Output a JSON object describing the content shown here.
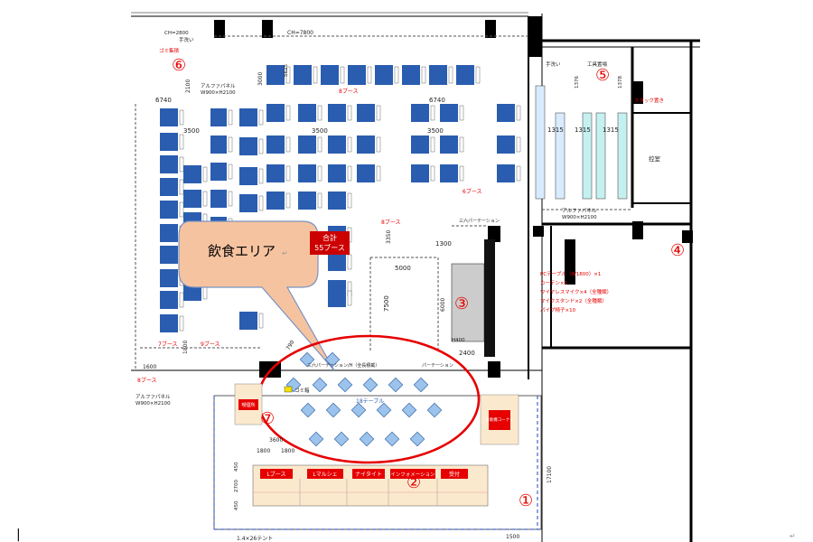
{
  "callout": {
    "text": "飲食エリア",
    "return_mark": "↵"
  },
  "circled_numbers": {
    "n1": "①",
    "n2": "②",
    "n3": "③",
    "n4": "④",
    "n5": "⑤",
    "n6": "⑥",
    "n7": "⑦"
  },
  "total_badge": {
    "line1": "合計",
    "line2": "55ブース"
  },
  "booth_group_labels": {
    "top_row": "8ブース",
    "left_col_bottom": "7ブース",
    "mid_col_bottom": "9ブース",
    "far_left_bottom": "8ブース",
    "center_bottom": "8ブース",
    "right_group": "6ブース"
  },
  "dimensions": {
    "ch_2800": "CH=2800",
    "ch_7800": "CH=7800",
    "d6740_left": "6740",
    "d6740_center": "6740",
    "d3500_left": "3500",
    "d3500_center": "3500",
    "d3500_right": "3500",
    "d2100": "2100",
    "d3000": "3000",
    "d5625": "5625",
    "d1315_a": "1315",
    "d1315_b": "1315",
    "d1315_c": "1315",
    "d1376": "1376",
    "d1378": "1378",
    "d1300": "1300",
    "d3350": "3350",
    "d5000": "5000",
    "d7500": "7500",
    "d6000": "6000",
    "d2400": "2400",
    "d1800_left": "1800",
    "d1600": "1600",
    "d790": "790",
    "d3600": "3600",
    "d1800_a": "1800",
    "d1800_b": "1800",
    "d450_top": "450",
    "d2700": "2700",
    "d450_bottom": "450",
    "d17100": "17100",
    "d1500": "1500",
    "h400": "H400"
  },
  "wall_labels": {
    "alpha_top": "アルファパネル",
    "alpha_top_size": "W900×H2100",
    "alpha_right": "アルファパネル",
    "alpha_right_size": "W900×H2100",
    "alpha_left": "アルファパネル",
    "alpha_left_size": "W900×H2100",
    "trash_6": "ゴミ集積",
    "handwash_top": "手洗い",
    "handwash_right": "手洗い",
    "handwash_right2": "工具置場",
    "stack": "スタック置き",
    "office": "控室",
    "partition_top": "三六パーテーション",
    "partition_center": "三六パーテーション/H（全長積載）",
    "partition_right": "パーテーション"
  },
  "equipment_list": [
    "PCテーブル（W1800）×1",
    "カーテン×1",
    "ワイヤレスマイク×4（全種類）",
    "マイクスタンド×2（全種類）",
    "パイプ椅子×10"
  ],
  "dining": {
    "tables_label": "18テーブル",
    "trash_label": "ゴミ箱"
  },
  "bottom_booths": [
    "Lブース",
    "Lマルシェ",
    "ナイタイト",
    "インフォメーション",
    "受付"
  ],
  "small_boxes": {
    "left_red": "喫煙所",
    "right_red": "自販機コーナー"
  },
  "footer": {
    "tent_label": "1.4×26テント",
    "cursor_mark": "|",
    "end_mark": "↵"
  },
  "colors": {
    "booth": "#2a5db0",
    "accent_red": "#e60000",
    "callout_fill": "#f6c3a0",
    "dining_table": "#9cc3ec",
    "bottom_booth": "#fbe9ce"
  }
}
